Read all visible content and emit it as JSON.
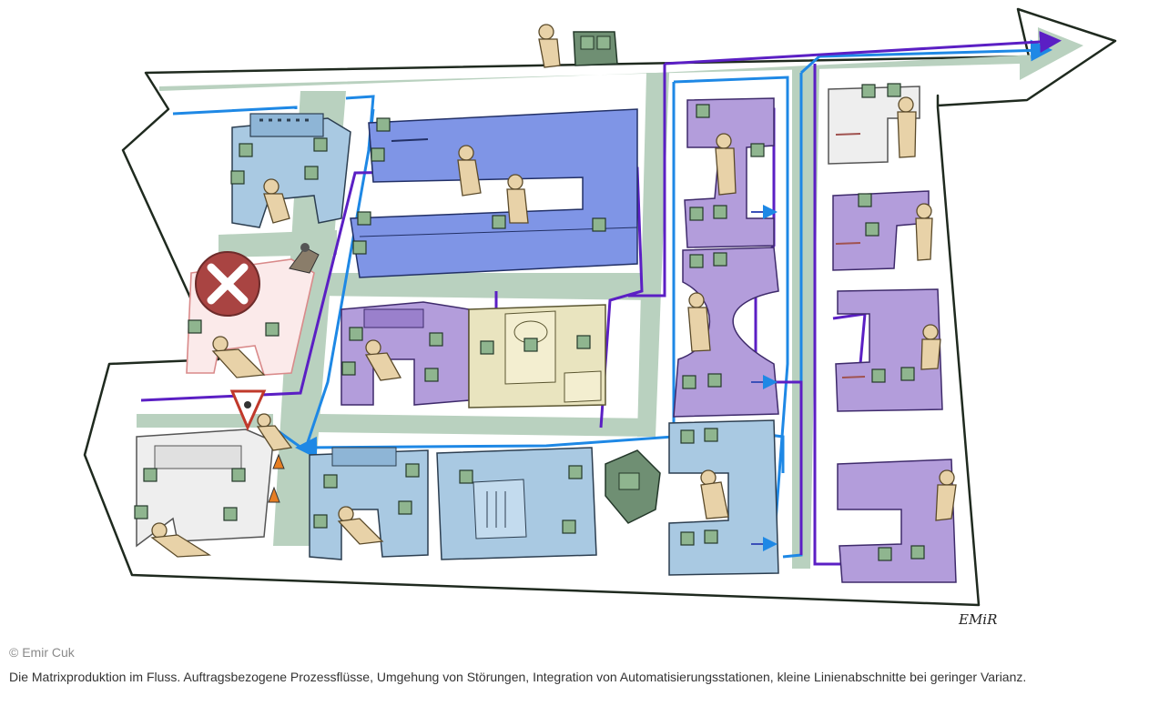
{
  "figure": {
    "signature": "EMiR",
    "credit": "© Emir Cuk",
    "caption": "Die Matrixproduktion im Fluss. Auftragsbezogene Prozessflüsse, Umgehung von Störungen, Integration von Automatisierungsstationen, kleine Linienabschnitte bei geringer Varianz."
  },
  "colors": {
    "floor_outline": "#1f2a1f",
    "floor_fill": "#ffffff",
    "aisle_green": "#b9d1bf",
    "flow_blue": "#1e88e5",
    "flow_purple": "#5b1fc4",
    "station_lightblue": "#a9c9e2",
    "station_blue": "#7f95e6",
    "station_lilac": "#b39ddb",
    "station_grey": "#eeeeee",
    "station_beige": "#e9e4bf",
    "station_pink_outline": "#d98a8a",
    "cube_green": "#8fb58f",
    "worker_skin": "#e8d2a8",
    "disruption_red": "#a94442",
    "agv_green": "#6f8f73"
  },
  "icons": {
    "disruption": "no-entry-sign-icon",
    "warning": "warning-triangle-icon",
    "robot": "robot-arm-icon",
    "agv": "agv-cart-icon",
    "worker": "worker-figure-icon",
    "workpiece": "workpiece-cube-icon",
    "cone": "traffic-cone-icon"
  }
}
